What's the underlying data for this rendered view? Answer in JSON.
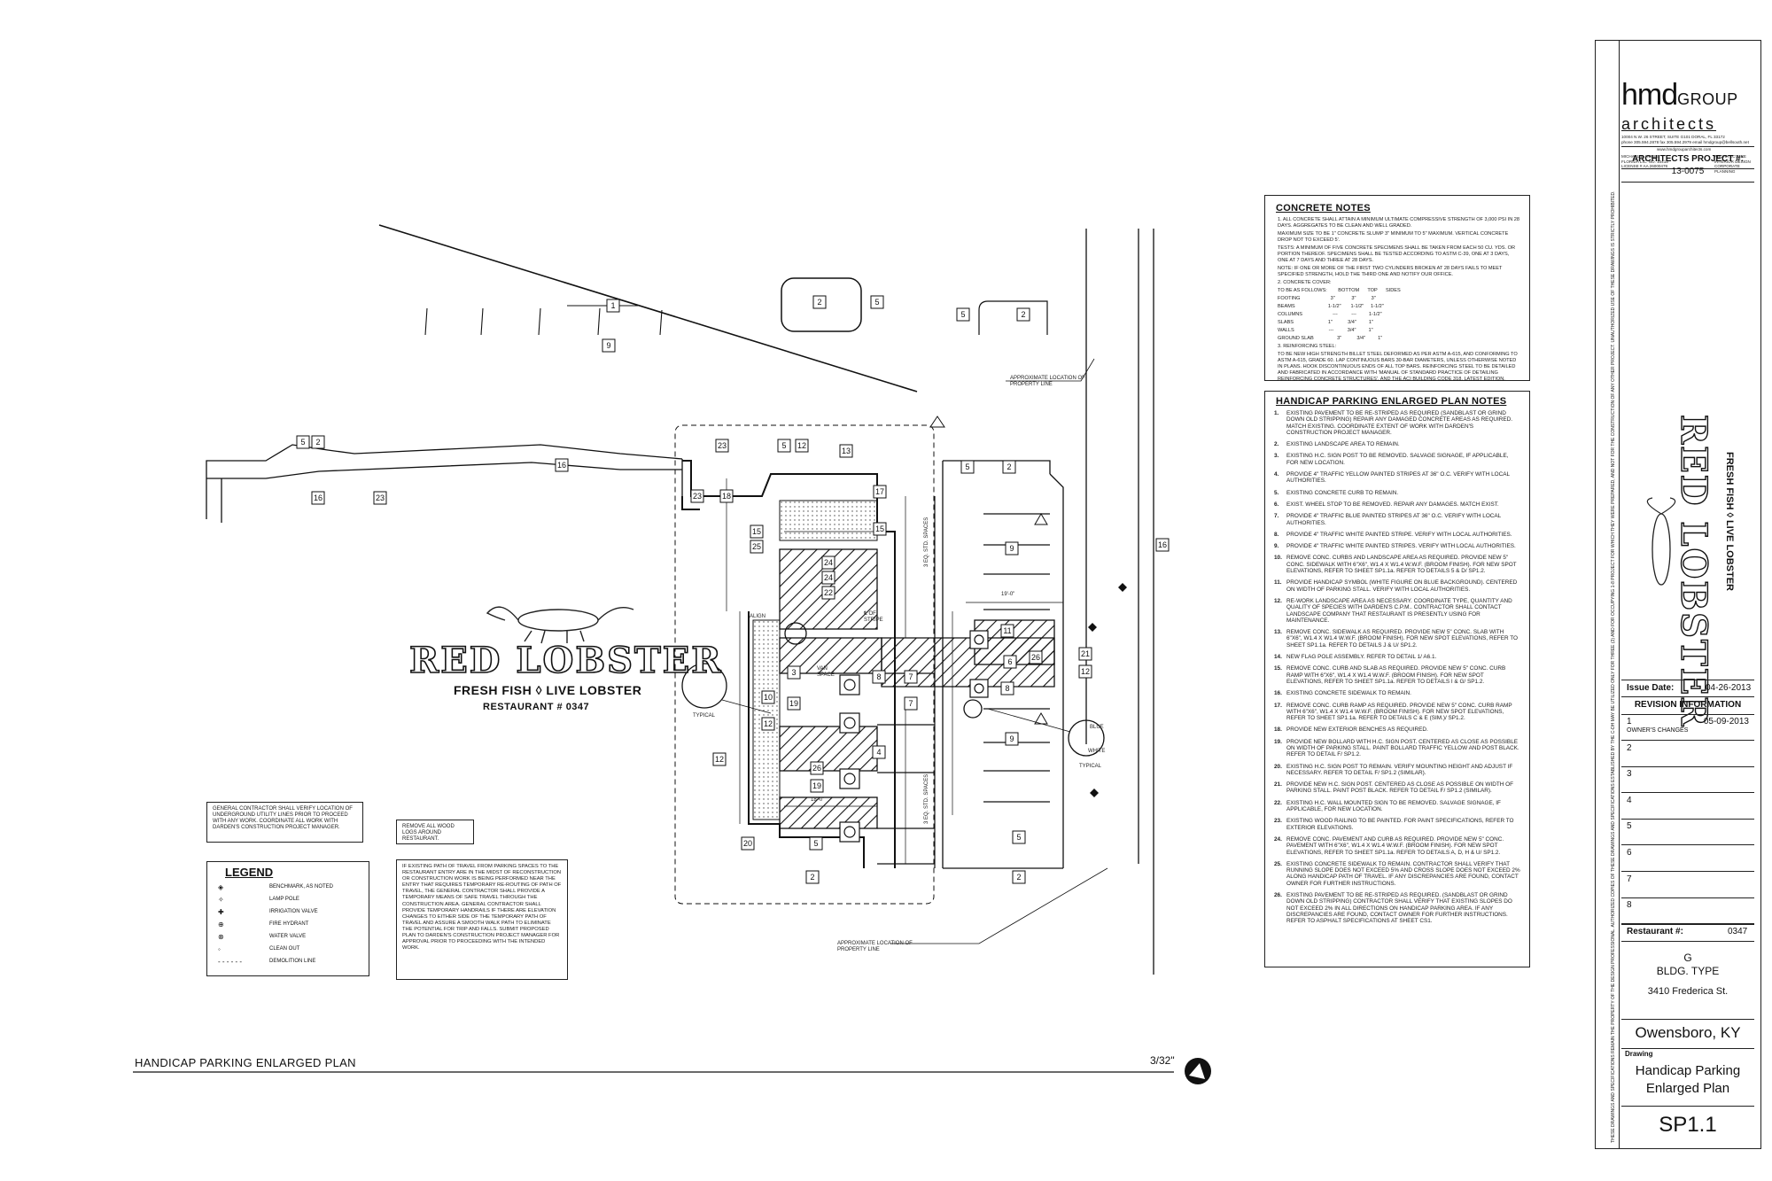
{
  "plan": {
    "title": "HANDICAP PARKING ENLARGED PLAN",
    "scale": "3/32\"",
    "logo_brand": "RED LOBSTER",
    "logo_tagline": "FRESH FISH ◊ LIVE LOBSTER",
    "restaurant_label": "RESTAURANT # 0347",
    "property_line_label": "APPROXIMATE LOCATION OF PROPERTY LINE",
    "std_spaces_label": "3 EQ. STD. SPACES",
    "van_space_label": "VAN SPACE",
    "typical_label": "TYPICAL",
    "blue_label": "BLUE",
    "white_label": "WHITE",
    "cl_stripe": "℄ OF STRIPE",
    "dim_19": "19'-0\"",
    "dim_18": "18'-0\"",
    "align": "ALIGN",
    "typ": "TYP."
  },
  "notes_utility": "GENERAL CONTRACTOR SHALL VERIFY LOCATION OF UNDERGROUND UTILITY LINES PRIOR TO PROCEED WITH ANY WORK. COORDINATE ALL WORK WITH DARDEN'S CONSTRUCTION PROJECT MANAGER.",
  "notes_wood": "REMOVE ALL WOOD LOGS AROUND RESTAURANT.",
  "notes_path": "IF EXISTING PATH OF TRAVEL FROM PARKING SPACES TO THE RESTAURANT ENTRY ARE IN THE MIDST OF RECONSTRUCTION OR CONSTRUCTION WORK IS BEING PERFORMED NEAR THE ENTRY THAT REQUIRES TEMPORARY RE-ROUTING OF PATH OF TRAVEL, THE GENERAL CONTRACTOR SHALL PROVIDE A TEMPORARY MEANS OF SAFE TRAVEL THROUGH THE CONSTRUCTION AREA. GENERAL CONTRACTOR SHALL PROVIDE TEMPORARY HANDRAILS IF THERE ARE ELEVATION CHANGES TO EITHER SIDE OF THE TEMPORARY PATH OF TRAVEL AND ASSURE A SMOOTH WALK PATH TO ELIMINATE THE POTENTIAL FOR TRIP AND FALLS. SUBMIT PROPOSED PLAN TO DARDEN'S CONSTRUCTION PROJECT MANAGER FOR APPROVAL PRIOR TO PROCEEDING WITH THE INTENDED WORK.",
  "legend": {
    "title": "LEGEND",
    "items": [
      {
        "symbol": "◈",
        "label": "BENCHMARK, AS NOTED"
      },
      {
        "symbol": "✧",
        "label": "LAMP POLE"
      },
      {
        "symbol": "✚",
        "label": "IRRIGATION VALVE"
      },
      {
        "symbol": "⊕",
        "label": "FIRE HYDRANT"
      },
      {
        "symbol": "⊗",
        "label": "WATER VALVE"
      },
      {
        "symbol": "◦",
        "label": "CLEAN OUT"
      },
      {
        "symbol": "- - - - - -",
        "label": "DEMOLITION LINE"
      }
    ]
  },
  "concrete_notes": {
    "title": "CONCRETE NOTES",
    "lines": [
      "1. ALL CONCRETE SHALL ATTAIN A MINIMUM ULTIMATE COMPRESSIVE STRENGTH OF 3,000 PSI IN 28 DAYS. AGGREGATES TO BE CLEAN AND WELL GRADED.",
      "MAXIMUM SIZE TO BE 1\" CONCRETE SLUMP 3\" MINIMUM TO 5\" MAXIMUM. VERTICAL CONCRETE DROP NOT TO EXCEED 5'.",
      "TESTS: A MINIMUM OF FIVE CONCRETE SPECIMENS SHALL BE TAKEN FROM EACH 50 CU. YDS. OR PORTION THEREOF. SPECIMENS SHALL BE TESTED ACCORDING TO ASTM C-39, ONE AT 3 DAYS, ONE AT 7 DAYS AND THREE AT 28 DAYS.",
      "NOTE: IF ONE OR MORE OF THE FIRST TWO CYLINDERS BROKEN AT 28 DAYS FAILS TO MEET SPECIFIED STRENGTH, HOLD THE THIRD ONE AND NOTIFY OUR OFFICE.",
      "2. CONCRETE COVER:",
      "TO BE AS FOLLOWS:        BOTTOM      TOP      SIDES",
      "FOOTING                      3\"            3\"           3\"",
      "BEAMS                        1-1/2\"       1-1/2\"     1-1/2\"",
      "COLUMNS                      ---          ---         1-1/2\"",
      "SLABS                         1\"           3/4\"         1\"",
      "WALLS                         ---          3/4\"         1\"",
      "GROUND SLAB                 3\"           3/4\"         1\"",
      "3. REINFORCING STEEL:",
      "TO BE NEW HIGH STRENGTH BILLET STEEL DEFORMED AS PER ASTM A-615, AND CONFORMING TO ASTM A-615, GRADE 60. LAP CONTINUOUS BARS 30-BAR DIAMETERS, UNLESS OTHERWISE NOTED IN PLANS. HOOK DISCONTINUOUS ENDS OF ALL TOP BARS. REINFORCING STEEL TO BE DETAILED AND FABRICATED IN ACCORDANCE WITH 'MANUAL OF STANDARD PRACTICE OF DETAILING REINFORCING CONCRETE STRUCTURES', AND THE ACI BUILDING CODE 318, LATEST EDITION."
    ]
  },
  "hc_notes": {
    "title": "HANDICAP PARKING ENLARGED PLAN NOTES",
    "items": [
      {
        "n": "1.",
        "text": "EXISTING PAVEMENT TO BE RE-STRIPED AS REQUIRED (SANDBLAST OR GRIND DOWN OLD STRIPPING) REPAIR ANY DAMAGED CONCRETE AREAS AS REQUIRED. MATCH EXISTING. COORDINATE EXTENT OF WORK WITH DARDEN'S CONSTRUCTION PROJECT MANAGER."
      },
      {
        "n": "2.",
        "text": "EXISTING LANDSCAPE AREA TO REMAIN."
      },
      {
        "n": "3.",
        "text": "EXISTING H.C. SIGN POST TO BE REMOVED. SALVAGE SIGNAGE, IF APPLICABLE, FOR NEW LOCATION."
      },
      {
        "n": "4.",
        "text": "PROVIDE 4\" TRAFFIC YELLOW PAINTED STRIPES AT 36\" O.C. VERIFY WITH LOCAL AUTHORITIES."
      },
      {
        "n": "5.",
        "text": "EXISTING CONCRETE CURB TO REMAIN."
      },
      {
        "n": "6.",
        "text": "EXIST. WHEEL STOP TO BE REMOVED. REPAIR ANY DAMAGES. MATCH EXIST."
      },
      {
        "n": "7.",
        "text": "PROVIDE 4\" TRAFFIC BLUE PAINTED STRIPES AT 36\" O.C. VERIFY WITH LOCAL AUTHORITIES."
      },
      {
        "n": "8.",
        "text": "PROVIDE 4\" TRAFFIC WHITE PAINTED STRIPE. VERIFY WITH LOCAL AUTHORITIES."
      },
      {
        "n": "9.",
        "text": "PROVIDE 4\" TRAFFIC WHITE PAINTED STRIPES. VERIFY WITH LOCAL AUTHORITIES."
      },
      {
        "n": "10.",
        "text": "REMOVE CONC. CURBS AND LANDSCAPE AREA AS REQUIRED. PROVIDE NEW 5\" CONC. SIDEWALK WITH 6\"X6\", W1.4 X W1.4 W.W.F. (BROOM FINISH). FOR NEW SPOT ELEVATIONS, REFER TO SHEET SP1.1a. REFER TO DETAILS 5 & D/ SP1.2."
      },
      {
        "n": "11.",
        "text": "PROVIDE HANDICAP SYMBOL (WHITE FIGURE ON BLUE BACKGROUND). CENTERED ON WIDTH OF PARKING STALL. VERIFY WITH LOCAL AUTHORITIES."
      },
      {
        "n": "12.",
        "text": "RE-WORK LANDSCAPE AREA AS NECESSARY. COORDINATE TYPE, QUANTITY AND QUALITY OF SPECIES WITH DARDEN'S C.P.M.. CONTRACTOR SHALL CONTACT LANDSCAPE COMPANY THAT RESTAURANT IS PRESENTLY USING FOR MAINTENANCE."
      },
      {
        "n": "13.",
        "text": "REMOVE CONC. SIDEWALK AS REQUIRED. PROVIDE NEW 5\" CONC. SLAB WITH 6\"X6\", W1.4 X W1.4 W.W.F. (BROOM FINISH). FOR NEW SPOT ELEVATIONS, REFER TO SHEET SP1.1a. REFER TO DETAILS J & U/ SP1.2."
      },
      {
        "n": "14.",
        "text": "NEW FLAG POLE ASSEMBLY. REFER TO DETAIL 1/ A6.1."
      },
      {
        "n": "15.",
        "text": "REMOVE CONC. CURB AND SLAB AS REQUIRED. PROVIDE NEW 5\" CONC. CURB RAMP WITH 6\"X6\", W1.4 X W1.4 W.W.F. (BROOM FINISH). FOR NEW SPOT ELEVATIONS, REFER TO SHEET SP1.1a. REFER TO DETAILS I & G/ SP1.2."
      },
      {
        "n": "16.",
        "text": "EXISTING CONCRETE SIDEWALK TO REMAIN."
      },
      {
        "n": "17.",
        "text": "REMOVE CONC. CURB RAMP AS REQUIRED. PROVIDE NEW 5\" CONC. CURB RAMP WITH 6\"X6\", W1.4 X W1.4 W.W.F. (BROOM FINISH). FOR NEW SPOT ELEVATIONS, REFER TO SHEET SP1.1a. REFER TO DETAILS C & E (SIM.)/ SP1.2."
      },
      {
        "n": "18.",
        "text": "PROVIDE NEW EXTERIOR BENCHES AS REQUIRED."
      },
      {
        "n": "19.",
        "text": "PROVIDE NEW BOLLARD WITH H.C. SIGN POST. CENTERED AS CLOSE AS POSSIBLE ON WIDTH OF PARKING STALL. PAINT BOLLARD TRAFFIC YELLOW AND POST BLACK. REFER TO DETAIL F/ SP1.2."
      },
      {
        "n": "20.",
        "text": "EXISTING H.C. SIGN POST TO REMAIN. VERIFY MOUNTING HEIGHT AND ADJUST IF NECESSARY. REFER TO DETAIL F/ SP1.2 (SIMILAR)."
      },
      {
        "n": "21.",
        "text": "PROVIDE NEW H.C. SIGN POST. CENTERED AS CLOSE AS POSSIBLE ON WIDTH OF PARKING STALL. PAINT POST BLACK. REFER TO DETAIL F/ SP1.2 (SIMILAR)."
      },
      {
        "n": "22.",
        "text": "EXISTING H.C. WALL MOUNTED SIGN TO BE REMOVED. SALVAGE SIGNAGE, IF APPLICABLE, FOR NEW LOCATION."
      },
      {
        "n": "23.",
        "text": "EXISTING WOOD RAILING TO BE PAINTED. FOR PAINT SPECIFICATIONS, REFER TO EXTERIOR ELEVATIONS."
      },
      {
        "n": "24.",
        "text": "REMOVE CONC. PAVEMENT AND CURB AS REQUIRED. PROVIDE NEW 5\" CONC. PAVEMENT WITH 6\"X6\", W1.4 X W1.4 W.W.F. (BROOM FINISH). FOR NEW SPOT ELEVATIONS, REFER TO SHEET SP1.1a. REFER TO DETAILS A, D, H & U/ SP1.2."
      },
      {
        "n": "25.",
        "text": "EXISTING CONCRETE SIDEWALK TO REMAIN. CONTRACTOR SHALL VERIFY THAT RUNNING SLOPE DOES NOT EXCEED 5% AND CROSS SLOPE DOES NOT EXCEED 2% ALONG HANDICAP PATH OF TRAVEL. IF ANY DISCREPANCIES ARE FOUND, CONTACT OWNER FOR FURTHER INSTRUCTIONS."
      },
      {
        "n": "26.",
        "text": "EXISTING PAVEMENT TO BE RE-STRIPED AS REQUIRED. (SANDBLAST OR GRIND DOWN OLD STRIPPING) CONTRACTOR SHALL VERIFY THAT EXISTING SLOPES DO NOT EXCEED 2% IN ALL DIRECTIONS ON HANDICAP PARKING AREA. IF ANY DISCREPANCIES ARE FOUND, CONTACT OWNER FOR FURTHER INSTRUCTIONS. REFER TO ASPHALT SPECIFICATIONS AT SHEET CS1."
      }
    ]
  },
  "title_block": {
    "firm_line1": "hmd",
    "firm_line2": "GROUP",
    "firm_line3": "architects",
    "firm_address": "10004 N.W. 26 STREET, SUITE G101     DORAL, FL 33172",
    "firm_phone": "phone 305.594.2878   fax 305.594.2979   email hmdgroup@bellsouth.net",
    "firm_web": "www.hmdgrouparchitects.com",
    "firm_license_left": "MICHAEL B. HOSIE\nFLORIDA LIC. NO. 10415\nLICENSE # AA 26000478",
    "firm_license_right": "ARCHITECTURE\nINTERIOR DESIGN\nCORPORATE PLANNING",
    "project_label": "ARCHITECTS PROJECT #:",
    "project_number": "13-0075",
    "issue_label": "Issue Date:",
    "issue_date": "04-26-2013",
    "revision_header": "REVISION INFORMATION",
    "revisions": [
      {
        "n": "1",
        "date": "05-09-2013",
        "desc": "OWNER'S CHANGES"
      },
      {
        "n": "2",
        "date": "",
        "desc": ""
      },
      {
        "n": "3",
        "date": "",
        "desc": ""
      },
      {
        "n": "4",
        "date": "",
        "desc": ""
      },
      {
        "n": "5",
        "date": "",
        "desc": ""
      },
      {
        "n": "6",
        "date": "",
        "desc": ""
      },
      {
        "n": "7",
        "date": "",
        "desc": ""
      },
      {
        "n": "8",
        "date": "",
        "desc": ""
      }
    ],
    "restaurant_label": "Restaurant #:",
    "restaurant_number": "0347",
    "bldg_type_letter": "G",
    "bldg_type_label": "BLDG. TYPE",
    "address": "3410 Frederica St.",
    "city": "Owensboro, KY",
    "drawing_label": "Drawing",
    "drawing_title_1": "Handicap Parking",
    "drawing_title_2": "Enlarged Plan",
    "sheet": "SP1.1",
    "logo_brand": "RED LOBSTER",
    "logo_tagline": "FRESH FISH ◊ LIVE LOBSTER",
    "side_text": "THESE DRAWINGS AND SPECIFICATIONS REMAIN THE PROPERTY OF THE DESIGN PROFESSIONAL. AUTHORIZED COPIES OF THESE DRAWINGS AND SPECIFICATIONS ESTABLISHED BY THE C-DH MAY BE UTILIZED ONLY FOR THREE (3) AND FOR OCCUPYING 1-8 PROJECT FOR WHICH THEY WERE PREPARED, AND NOT FOR THE CONSTRUCTION OF ANY OTHER PROJECT. UNAUTHORIZED USE OF THESE DRAWINGS IS STRICTLY PROHIBITED."
  }
}
